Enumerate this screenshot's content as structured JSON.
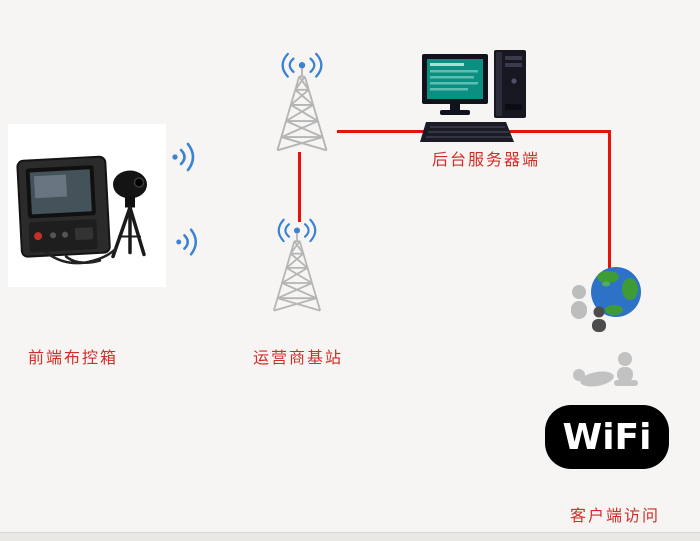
{
  "background": "#f6f5f3",
  "colors": {
    "connector_line": "#e8120c",
    "label_text": "#cf2f28",
    "signal_blue": "#3a82d2",
    "tower_gray": "#b5b5b5",
    "monitor_screen_teal": "#0b8f80",
    "wifi_background": "#000000",
    "wifi_text": "#ffffff",
    "globe_blue": "#2e72c8",
    "globe_land_green": "#3f9c35",
    "people_gray": "#c2c2c2"
  },
  "nodes": {
    "front_box": {
      "label": "前端布控箱",
      "icon": "surveillance-kit-photo"
    },
    "base_station": {
      "label": "运营商基站",
      "icon": "cell-tower-icon"
    },
    "server": {
      "label": "后台服务器端",
      "icon": "desktop-computer-icon"
    },
    "client": {
      "label": "客户端访问",
      "icon": "globe-users-icon"
    }
  },
  "wifi": {
    "text": "WiFi"
  }
}
